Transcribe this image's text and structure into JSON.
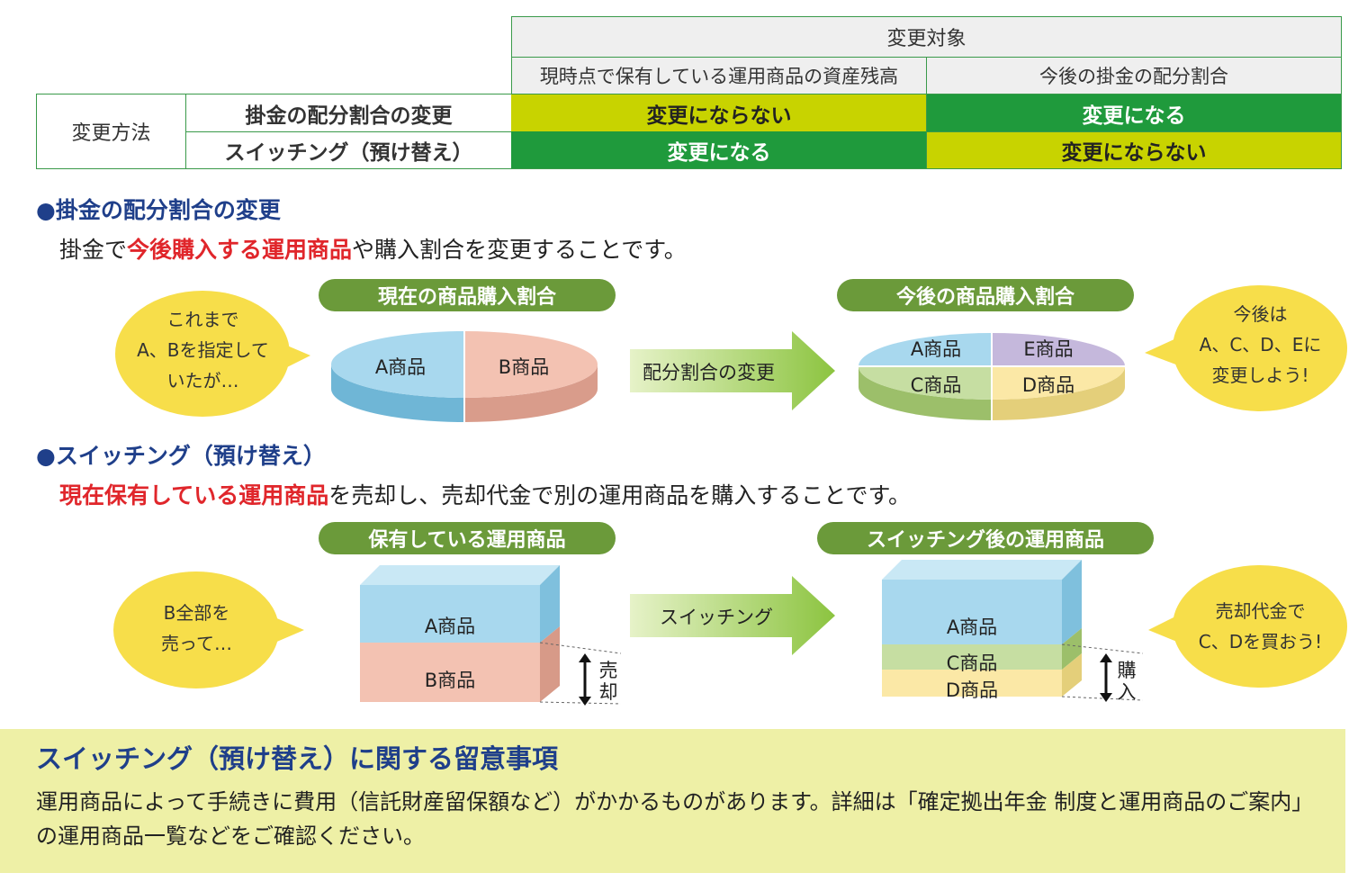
{
  "table": {
    "target_header": "変更対象",
    "col_holdings": "現時点で保有している運用商品の資産残高",
    "col_future": "今後の掛金の配分割合",
    "method_label": "変更方法",
    "rows": [
      {
        "method": "掛金の配分割合の変更",
        "holdings": "変更にならない",
        "future": "変更になる"
      },
      {
        "method": "スイッチング（預け替え）",
        "holdings": "変更になる",
        "future": "変更にならない"
      }
    ]
  },
  "section1": {
    "title": "●掛金の配分割合の変更",
    "desc_pre": "掛金で",
    "desc_emph": "今後購入する運用商品",
    "desc_post": "や購入割合を変更することです。",
    "left_pill": "現在の商品購入割合",
    "right_pill": "今後の商品購入割合",
    "bubble_left": [
      "これまで",
      "A、Bを指定して",
      "いたが…"
    ],
    "bubble_right": [
      "今後は",
      "A、C、D、Eに",
      "変更しよう!"
    ],
    "arrow_label": "配分割合の変更",
    "left_pie": [
      "A商品",
      "B商品"
    ],
    "right_pie": [
      "A商品",
      "E商品",
      "C商品",
      "D商品"
    ]
  },
  "section2": {
    "title": "●スイッチング（預け替え）",
    "desc_emph": "現在保有している運用商品",
    "desc_post": "を売却し、売却代金で別の運用商品を購入することです。",
    "left_pill": "保有している運用商品",
    "right_pill": "スイッチング後の運用商品",
    "bubble_left": [
      "B全部を",
      "売って…"
    ],
    "bubble_right": [
      "売却代金で",
      "C、Dを買おう!"
    ],
    "arrow_label": "スイッチング",
    "left_blocks": [
      "A商品",
      "B商品"
    ],
    "right_blocks": [
      "A商品",
      "C商品",
      "D商品"
    ],
    "sell_label": "売却",
    "buy_label": "購入"
  },
  "notice": {
    "title": "スイッチング（預け替え）に関する留意事項",
    "body": "運用商品によって手続きに費用（信託財産留保額など）がかかるものがあります。詳細は「確定拠出年金 制度と運用商品のご案内」の運用商品一覧などをご確認ください。"
  },
  "colors": {
    "green": "#1f9a3c",
    "lime": "#c8d300",
    "pill": "#6b9a3a",
    "bubble": "#f7de4a",
    "blue": "#a8d8ee",
    "pink": "#f3c2b2",
    "title_blue": "#1f3f8a",
    "red": "#e0262b"
  }
}
